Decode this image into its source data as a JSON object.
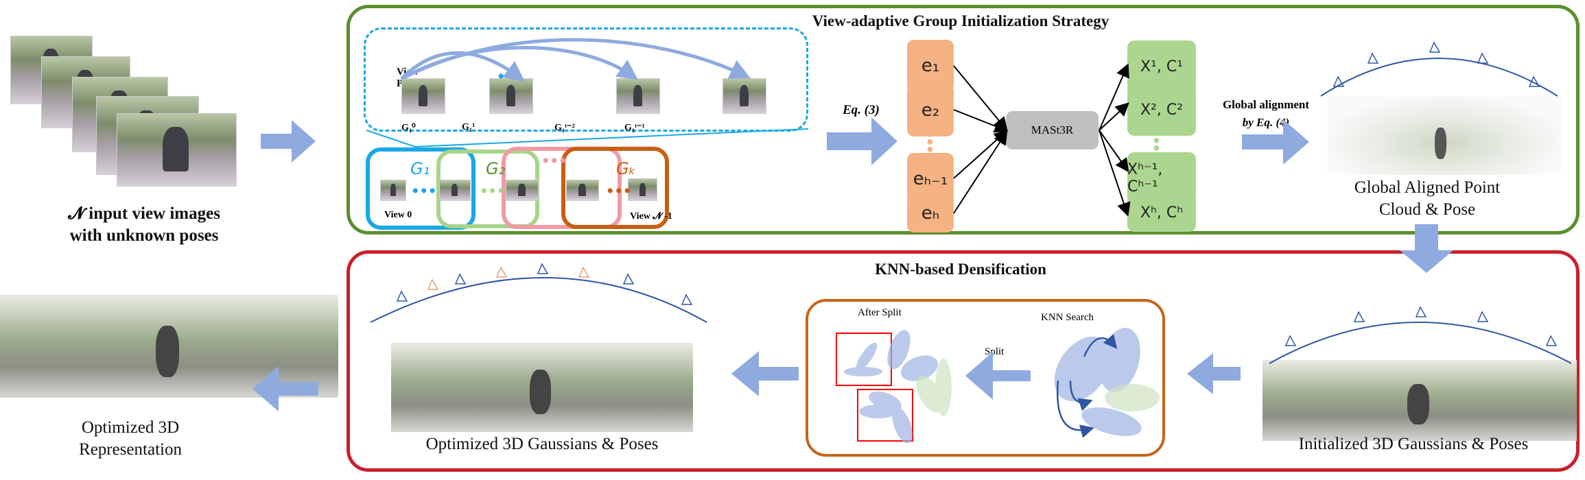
{
  "input": {
    "caption_line1": "𝓝 input view images",
    "caption_line2": "with unknown poses"
  },
  "top_panel": {
    "title": "View-adaptive Group Initialization Strategy",
    "view_label": "View P",
    "subgroup_labels": [
      "G₁⁰",
      "G₁¹",
      "G₁ᵗ⁻²",
      "G₁ᵗ⁻¹"
    ],
    "groups": [
      {
        "label": "G₁",
        "color": "#1aa7e6"
      },
      {
        "label": "G₂",
        "color": "#a8d58a"
      },
      {
        "label": "",
        "color": "#ef9aa5"
      },
      {
        "label": "Gₖ",
        "color": "#c85e14"
      }
    ],
    "view_start": "View 0",
    "view_end": "View 𝓝 -1",
    "eq3_label": "Eq. (3)",
    "embeddings": [
      "e₁",
      "e₂",
      "eₕ₋₁",
      "eₕ"
    ],
    "model": "MASt3R",
    "outputs": [
      "X¹, C¹",
      "X², C²",
      "Xʰ⁻¹, Cʰ⁻¹",
      "Xʰ, Cʰ"
    ],
    "global_alignment_line1": "Global alignment",
    "global_alignment_line2": "by Eq. (4)",
    "result_caption_line1": "Global Aligned  Point",
    "result_caption_line2": "Cloud & Pose",
    "border_color": "#5a8f2e"
  },
  "bottom_panel": {
    "title": "KNN-based Densification",
    "after_split": "After Split",
    "split": "Split",
    "knn_search": "KNN Search",
    "initialized_caption": "Initialized 3D Gaussians & Poses",
    "optimized_caption": "Optimized 3D Gaussians & Poses",
    "border_color": "#c8202e",
    "inner_border_color": "#c8641a"
  },
  "output": {
    "caption_line1": "Optimized 3D",
    "caption_line2": "Representation"
  },
  "colors": {
    "arrow": "#8eaadf",
    "embedding": "#f5b283",
    "output_box": "#acd690",
    "model": "#bfbfbf"
  }
}
